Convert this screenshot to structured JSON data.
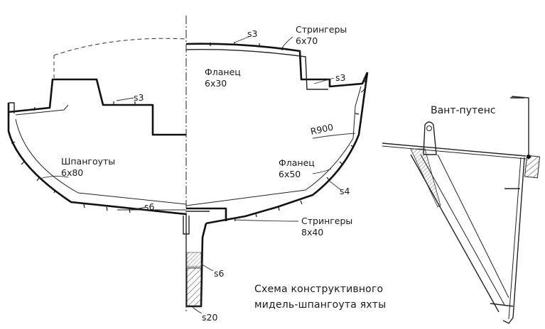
{
  "diagram": {
    "caption_line1": "Схема  конструктивного",
    "caption_line2": "мидель-шпангоута  яхты",
    "fitting_title": "Вант-путенс",
    "labels": {
      "s3_deck": "s3",
      "stringers_top_line1": "Стрингеры",
      "stringers_top_line2": "6x70",
      "flange_top_line1": "Фланец",
      "flange_top_line2": "6x30",
      "s3_side": "s3",
      "s3_cabin": "s3",
      "radius": "R900",
      "frames_line1": "Шпангоуты",
      "frames_line2": "6x80",
      "flange_bottom_line1": "Фланец",
      "flange_bottom_line2": "6x50",
      "s4": "s4",
      "s6_bottom": "s6",
      "stringers_bottom_line1": "Стрингеры",
      "stringers_bottom_line2": "8x40",
      "s6_keel": "s6",
      "s20": "s20"
    }
  }
}
